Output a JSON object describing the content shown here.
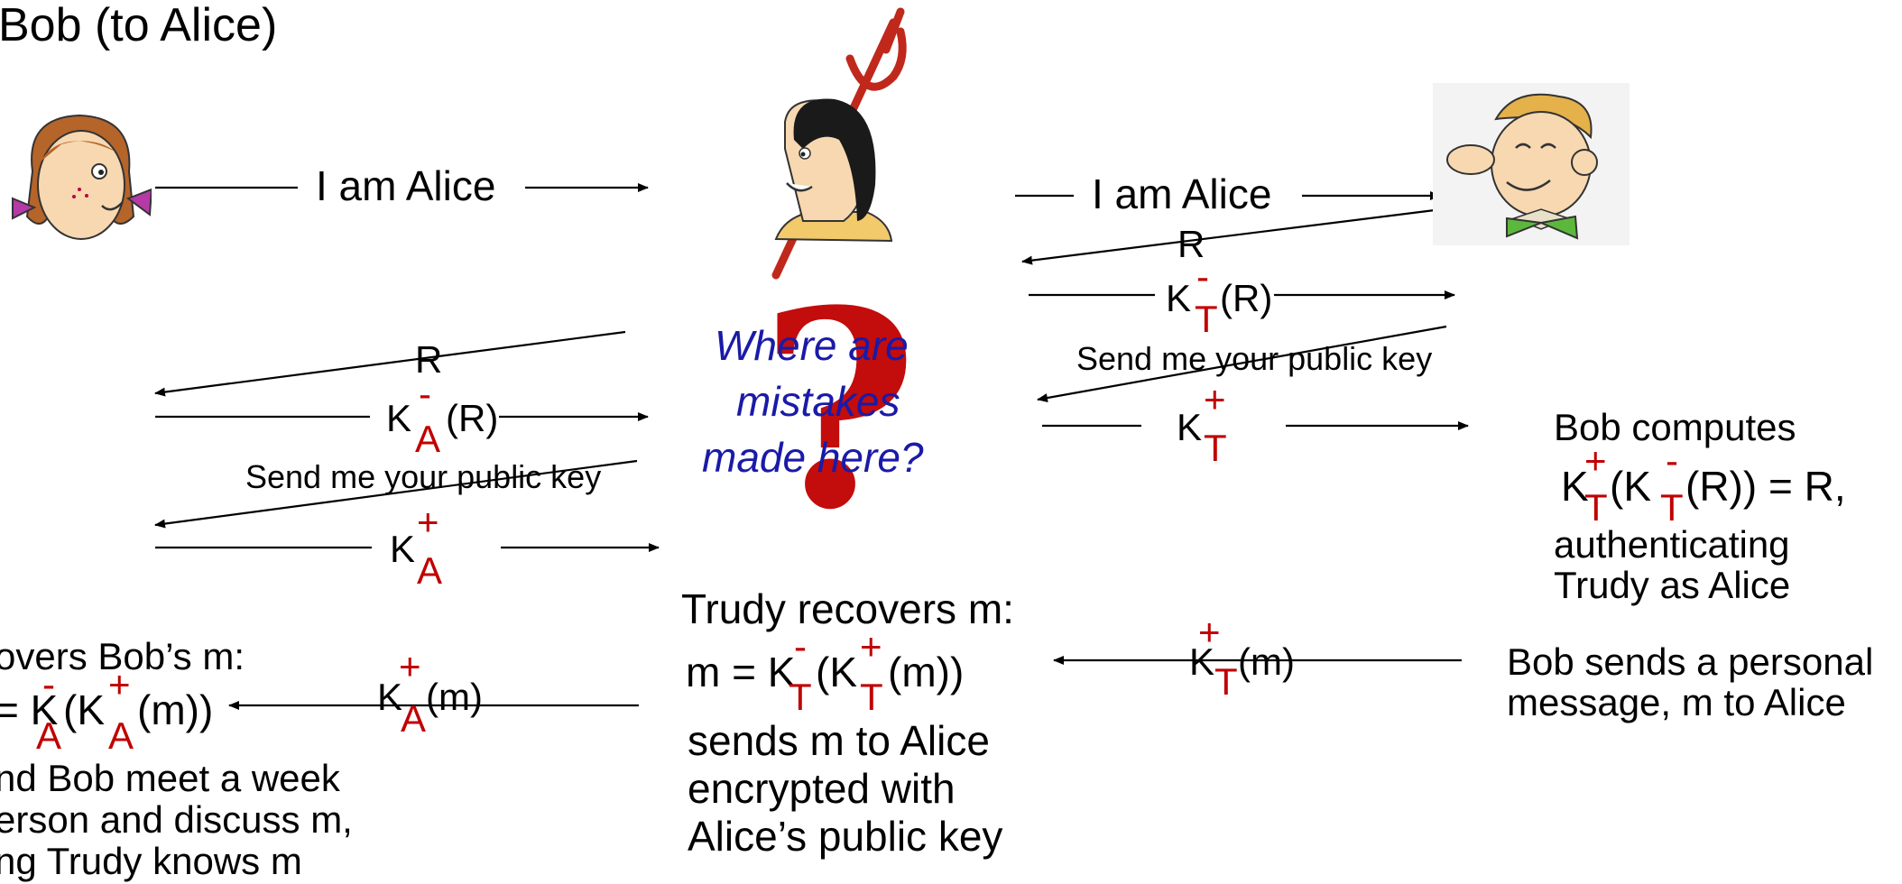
{
  "title": "Bob (to Alice)",
  "question": [
    "Where are",
    "mistakes",
    "made here?"
  ],
  "messages": {
    "i_am_alice": "I am Alice",
    "nonce": "R",
    "send_key": "Send me your public key",
    "K": "K",
    "minus": "-",
    "plus": "+",
    "sub_T": "T",
    "sub_A": "A",
    "arg_R": "(R)",
    "arg_m": "(m)"
  },
  "bob_note": {
    "line1": "Bob computes",
    "formula_pre": "K",
    "formula_mid": "(K",
    "formula_post": "(R)) =  R,",
    "line3": "authenticating",
    "line4": "Trudy as Alice"
  },
  "bob_sends": [
    "Bob sends a personal",
    "message, m to Alice"
  ],
  "trudy_note": {
    "line1": "Trudy recovers m:",
    "formula_pre": "m = K",
    "formula_mid": "(K",
    "formula_post": "(m))",
    "line3": "sends m to Alice",
    "line4": "encrypted with",
    "line5": "Alice’s public key"
  },
  "alice_note": {
    "line1": "overs Bob’s m:",
    "formula_pre": "= K",
    "formula_mid": "(K",
    "formula_post": "(m))",
    "line3": "nd Bob meet a week",
    "line4": "erson and discuss m,",
    "line5": "ng Trudy knows m"
  },
  "characters": [
    "alice-icon",
    "trudy-icon",
    "bob-icon"
  ],
  "colors": {
    "key_red": "#c00000",
    "question_blue": "#1a1aa8",
    "line": "#000000"
  }
}
